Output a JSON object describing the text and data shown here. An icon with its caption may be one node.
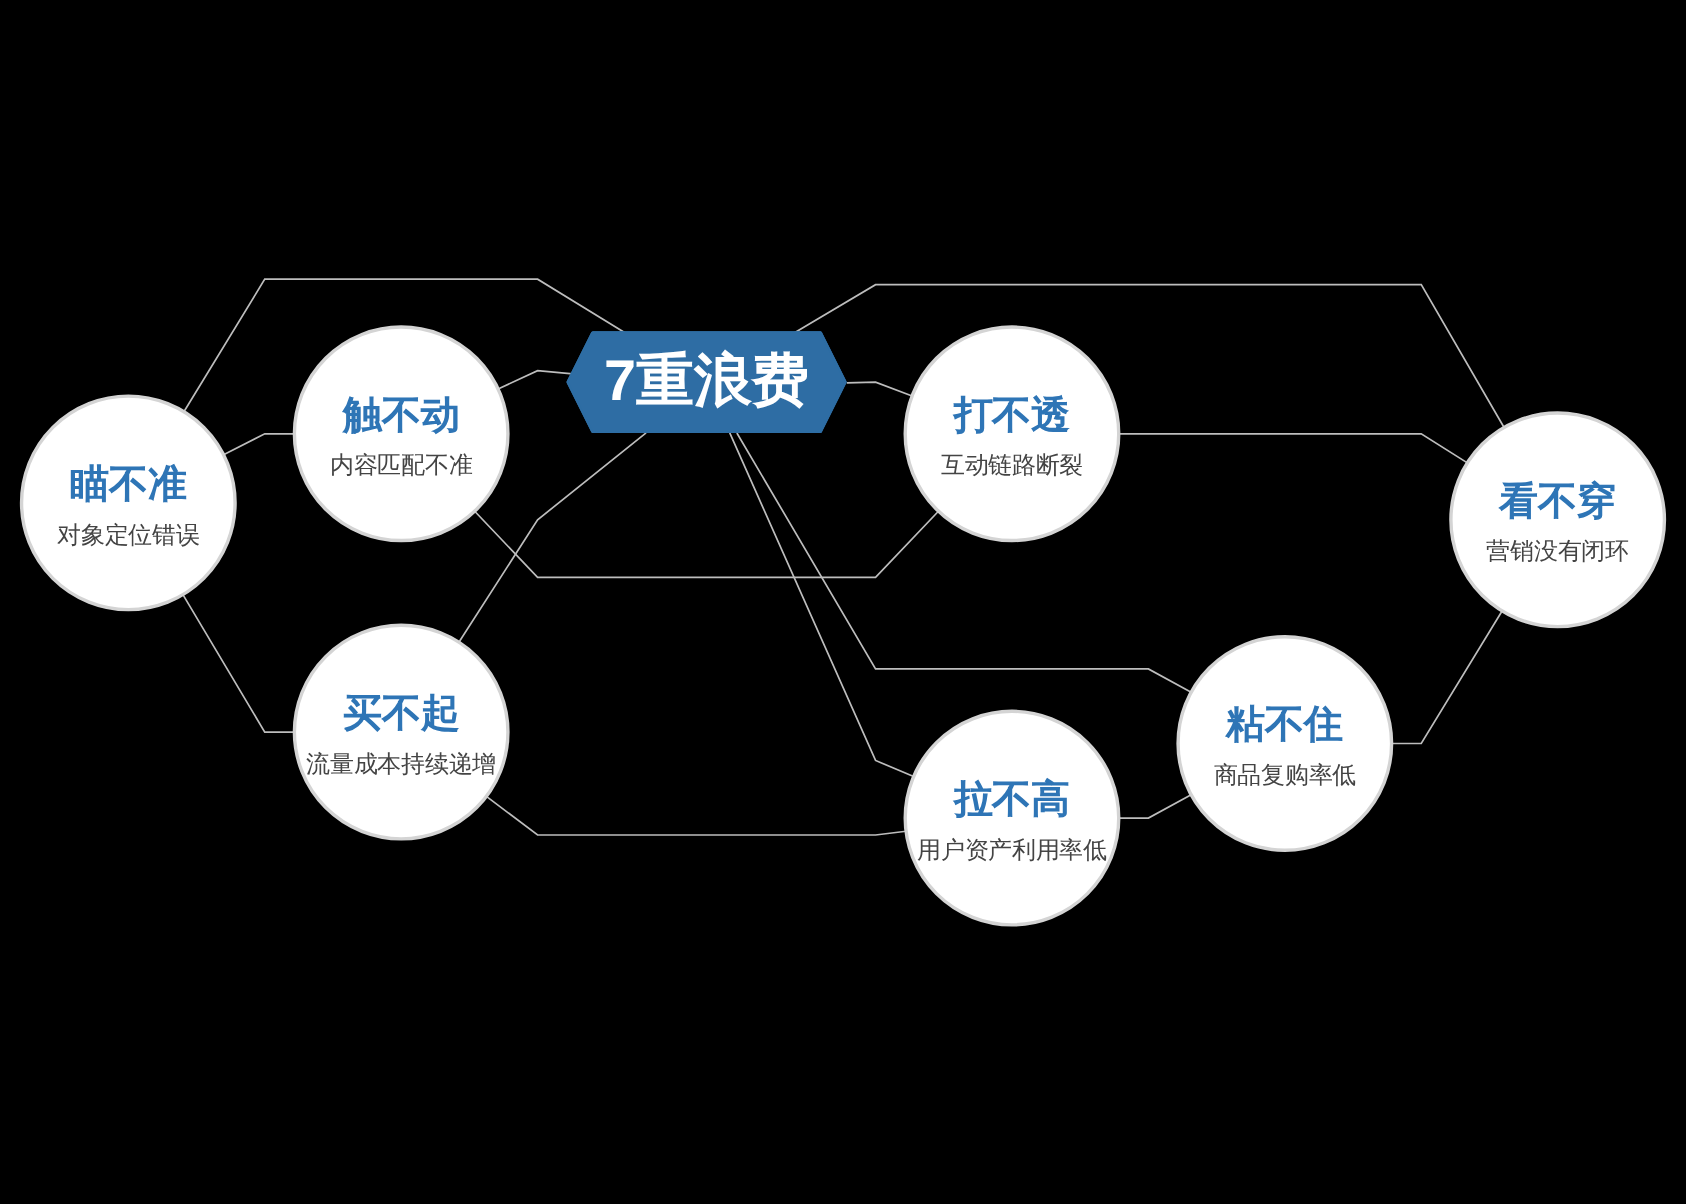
{
  "diagram": {
    "nodes": [
      {
        "text": [
          "7重浪费"
        ]
      },
      {
        "text": [
          "瞄不准",
          "对象定位错误"
        ]
      },
      {
        "text": [
          "触不动",
          "内容匹配不准"
        ]
      },
      {
        "text": [
          "打不透",
          "互动链路断裂"
        ]
      },
      {
        "text": [
          "看不穿",
          "营销没有闭环"
        ]
      },
      {
        "text": [
          "粘不住",
          "商品复购率低"
        ]
      },
      {
        "text": [
          "拉不高",
          "用户资产利用率低"
        ]
      },
      {
        "text": [
          "买不起",
          "流量成本持续递增"
        ]
      }
    ],
    "edges": [
      {
        "from": 1,
        "to": 0,
        "arrow": "none"
      },
      {
        "from": 2,
        "to": 0,
        "arrow": "none"
      },
      {
        "from": 0,
        "to": 3,
        "arrow": "none"
      },
      {
        "from": 0,
        "to": 4,
        "arrow": "none"
      },
      {
        "from": 0,
        "to": 5,
        "arrow": "none"
      },
      {
        "from": 0,
        "to": 6,
        "arrow": "none"
      },
      {
        "from": 7,
        "to": 0,
        "arrow": "none"
      },
      {
        "from": 1,
        "to": 2,
        "arrow": "none"
      },
      {
        "from": 2,
        "to": 3,
        "arrow": "none"
      },
      {
        "from": 3,
        "to": 4,
        "arrow": "none"
      },
      {
        "from": 5,
        "to": 4,
        "arrow": "none"
      },
      {
        "from": 6,
        "to": 5,
        "arrow": "none"
      },
      {
        "from": 7,
        "to": 6,
        "arrow": "none"
      },
      {
        "from": 1,
        "to": 7,
        "arrow": "none"
      }
    ]
  }
}
